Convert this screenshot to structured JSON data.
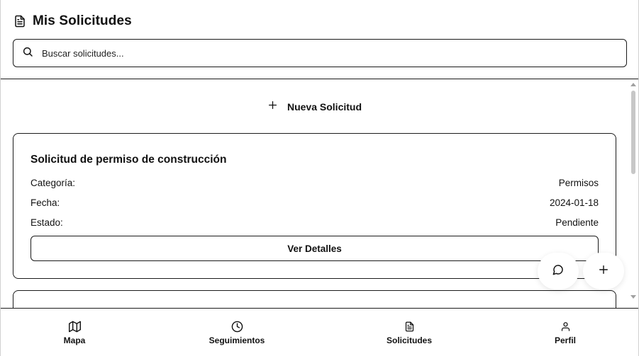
{
  "header": {
    "title": "Mis Solicitudes",
    "title_icon": "file-text-icon"
  },
  "search": {
    "placeholder": "Buscar solicitudes...",
    "value": "",
    "icon": "search-icon"
  },
  "new_request": {
    "label": "Nueva Solicitud",
    "icon": "plus-icon"
  },
  "requests": [
    {
      "title": "Solicitud de permiso de construcción",
      "fields": [
        {
          "label": "Categoría:",
          "value": "Permisos"
        },
        {
          "label": "Fecha:",
          "value": "2024-01-18"
        },
        {
          "label": "Estado:",
          "value": "Pendiente"
        }
      ],
      "button_label": "Ver Detalles"
    }
  ],
  "floating_buttons": [
    {
      "icon": "chat-bubble-icon"
    },
    {
      "icon": "plus-icon"
    }
  ],
  "bottom_nav": [
    {
      "label": "Mapa",
      "icon": "map-icon"
    },
    {
      "label": "Seguimientos",
      "icon": "clock-icon"
    },
    {
      "label": "Solicitudes",
      "icon": "file-text-icon"
    },
    {
      "label": "Perfil",
      "icon": "user-icon"
    }
  ],
  "colors": {
    "text": "#111111",
    "border": "#1a1a1a",
    "background": "#ffffff"
  }
}
